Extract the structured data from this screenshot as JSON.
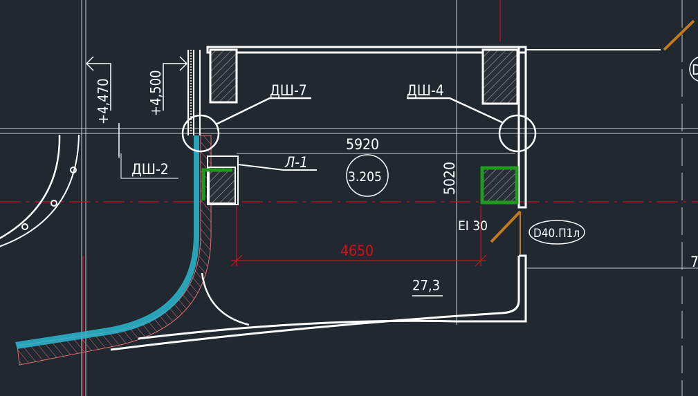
{
  "drawing": {
    "labels": {
      "elev_1": "+4,470",
      "elev_2": "+4,500",
      "dsh7": "ДШ-7",
      "dsh4": "ДШ-4",
      "dsh2": "ДШ-2",
      "l1": "Л-1",
      "dim_width": "5920",
      "dim_height": "5020",
      "dim_red": "4650",
      "room_number": "3.205",
      "fire_rating": "EI 30",
      "door_tag": "D40.П1л",
      "area": "27,3",
      "edge_right": "7",
      "edge_tag": "D"
    },
    "colors": {
      "background": "#212830",
      "lines": "#ffffff",
      "axis_red": "#d0101c",
      "insulation": "#2ab8d0",
      "hatch_red": "#e07070",
      "column_green": "#1f9a1f",
      "door_orange": "#c07a20"
    }
  }
}
